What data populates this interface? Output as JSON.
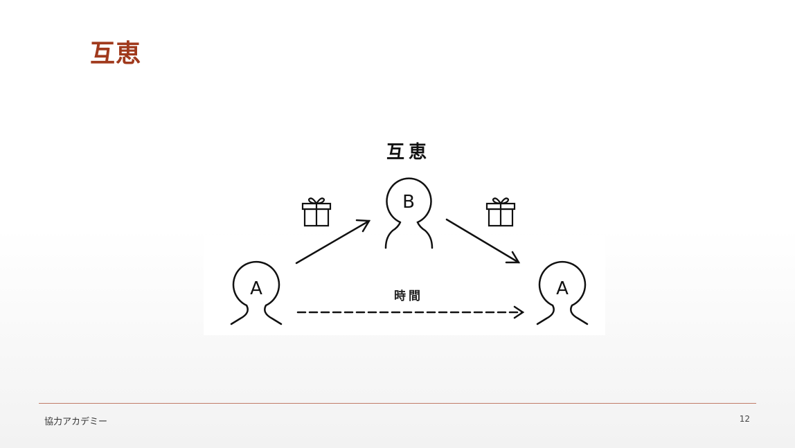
{
  "slide": {
    "title": "互恵",
    "footer": "協力アカデミー",
    "page_number": "12"
  },
  "diagram": {
    "heading": "互恵",
    "person_giver": "A",
    "person_receiver": "B",
    "person_future": "A",
    "time_label": "時間",
    "icons": [
      "gift-icon",
      "gift-icon"
    ],
    "accent_color": "#a0391c"
  }
}
